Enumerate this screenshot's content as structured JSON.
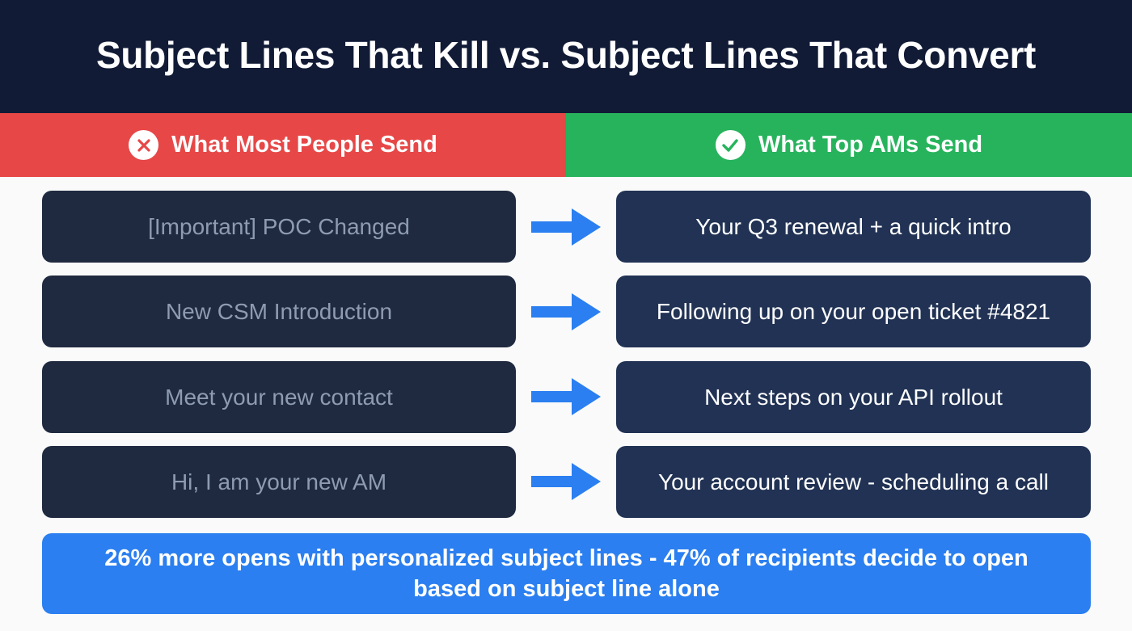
{
  "header": {
    "title": "Subject Lines That Kill vs. Subject Lines That Convert"
  },
  "columns": {
    "bad": {
      "label": "What Most People Send",
      "icon": "x-circle-icon",
      "color": "#e74747"
    },
    "good": {
      "label": "What Top AMs Send",
      "icon": "check-circle-icon",
      "color": "#27b35c"
    }
  },
  "rows": [
    {
      "bad": "[Important] POC Changed",
      "good": "Your Q3 renewal + a quick intro"
    },
    {
      "bad": "New CSM Introduction",
      "good": "Following up on your open ticket #4821"
    },
    {
      "bad": "Meet your new contact",
      "good": "Next steps on your API rollout"
    },
    {
      "bad": "Hi, I am your new AM",
      "good": "Your account review - scheduling a call"
    }
  ],
  "footer": {
    "text": "26% more opens with personalized subject lines - 47% of recipients decide to open based on subject line alone"
  },
  "colors": {
    "header_bg": "#111b36",
    "arrow": "#2b7ff0",
    "footer_bg": "#2b7ff0"
  }
}
